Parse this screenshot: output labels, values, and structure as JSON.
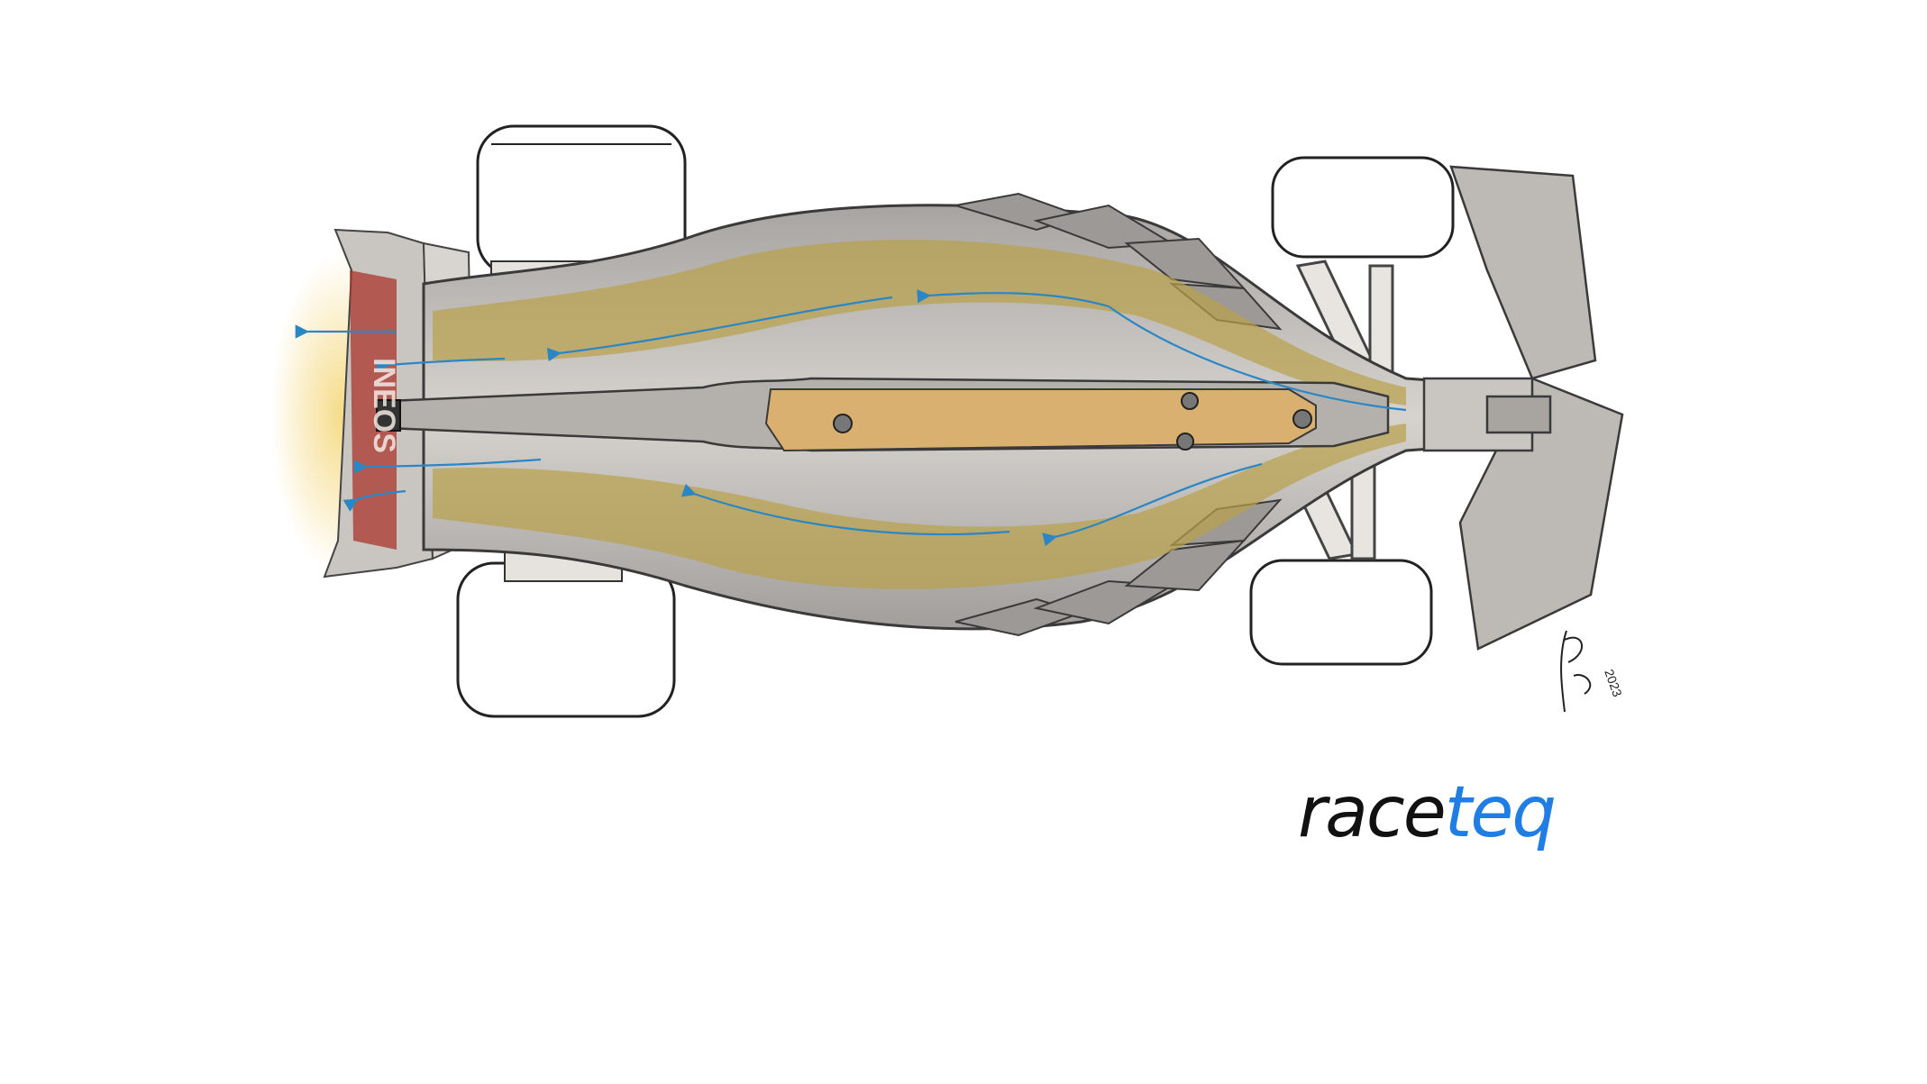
{
  "image": {
    "kind": "technical illustration",
    "subject": "Formula 1 car floor, viewed from underneath"
  },
  "car_livery_text": "INEOS",
  "signature": {
    "year": "2023"
  },
  "logo": {
    "text_part_1": "race",
    "text_part_2": "teq"
  },
  "colors": {
    "background": "#ffffff",
    "floor_grey": "#b9b6b2",
    "flow_region": "#b9a14a",
    "plank": "#d9b070",
    "flow_arrows": "#2b86c6",
    "logo_dark": "#111111",
    "logo_blue": "#1f7de3",
    "rear_glow": "#f4d77a",
    "wing_red": "#a9352c"
  },
  "icons": {
    "flow_arrow": "arrow-left-icon"
  }
}
